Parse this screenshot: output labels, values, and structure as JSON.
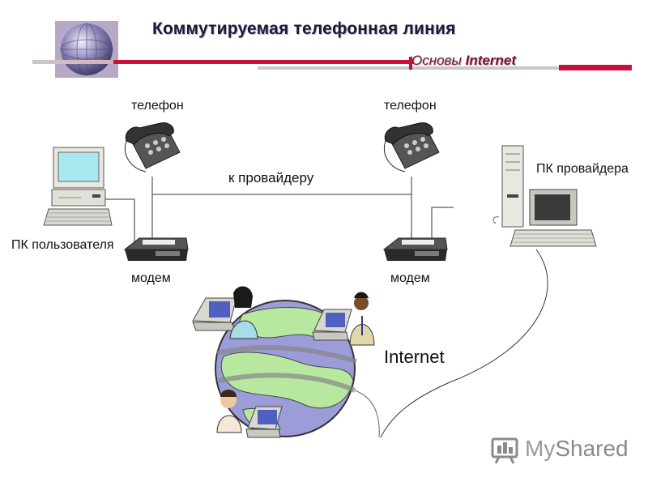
{
  "header": {
    "title": "Коммутируемая телефонная линия",
    "subtitle_prefix": "Основы",
    "subtitle_bold": "Internet"
  },
  "diagram": {
    "phone_left_label": "телефон",
    "phone_right_label": "телефон",
    "line_label": "к провайдеру",
    "user_pc_label": "ПК пользователя",
    "provider_pc_label": "ПК провайдера",
    "modem_left_label": "модем",
    "modem_right_label": "модем",
    "internet_label": "Internet"
  },
  "watermark": {
    "brand_prefix": "My",
    "brand_suffix": "Shared"
  },
  "colors": {
    "accent_red": "#c8103c",
    "header_gray": "#b0b0b0",
    "globe_ocean": "#9c9cd8",
    "globe_land": "#b8e8a0",
    "line": "#333333"
  }
}
